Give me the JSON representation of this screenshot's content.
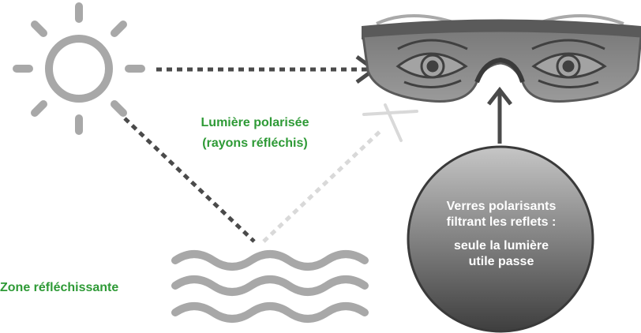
{
  "labels": {
    "polarized_line1": "Lumière polarisée",
    "polarized_line2": "(rayons réfléchis)",
    "zone": "Zone réfléchissante",
    "lens_line1": "Verres polarisants",
    "lens_line2": "filtrant les reflets :",
    "lens_line3": "seule la lumière",
    "lens_line4": "utile passe"
  },
  "colors": {
    "accent_green": "#2e9a36",
    "sun_gray": "#a8a8a8",
    "ray_dark": "#4a4a4a",
    "ray_light": "#d9d9d9",
    "lens_gradient_top": "#c4c4c4",
    "lens_gradient_bottom": "#3f3f3f"
  },
  "icons": [
    "sun-icon",
    "sunglasses-icon",
    "waves-icon",
    "cross-icon",
    "arrow-icon"
  ]
}
